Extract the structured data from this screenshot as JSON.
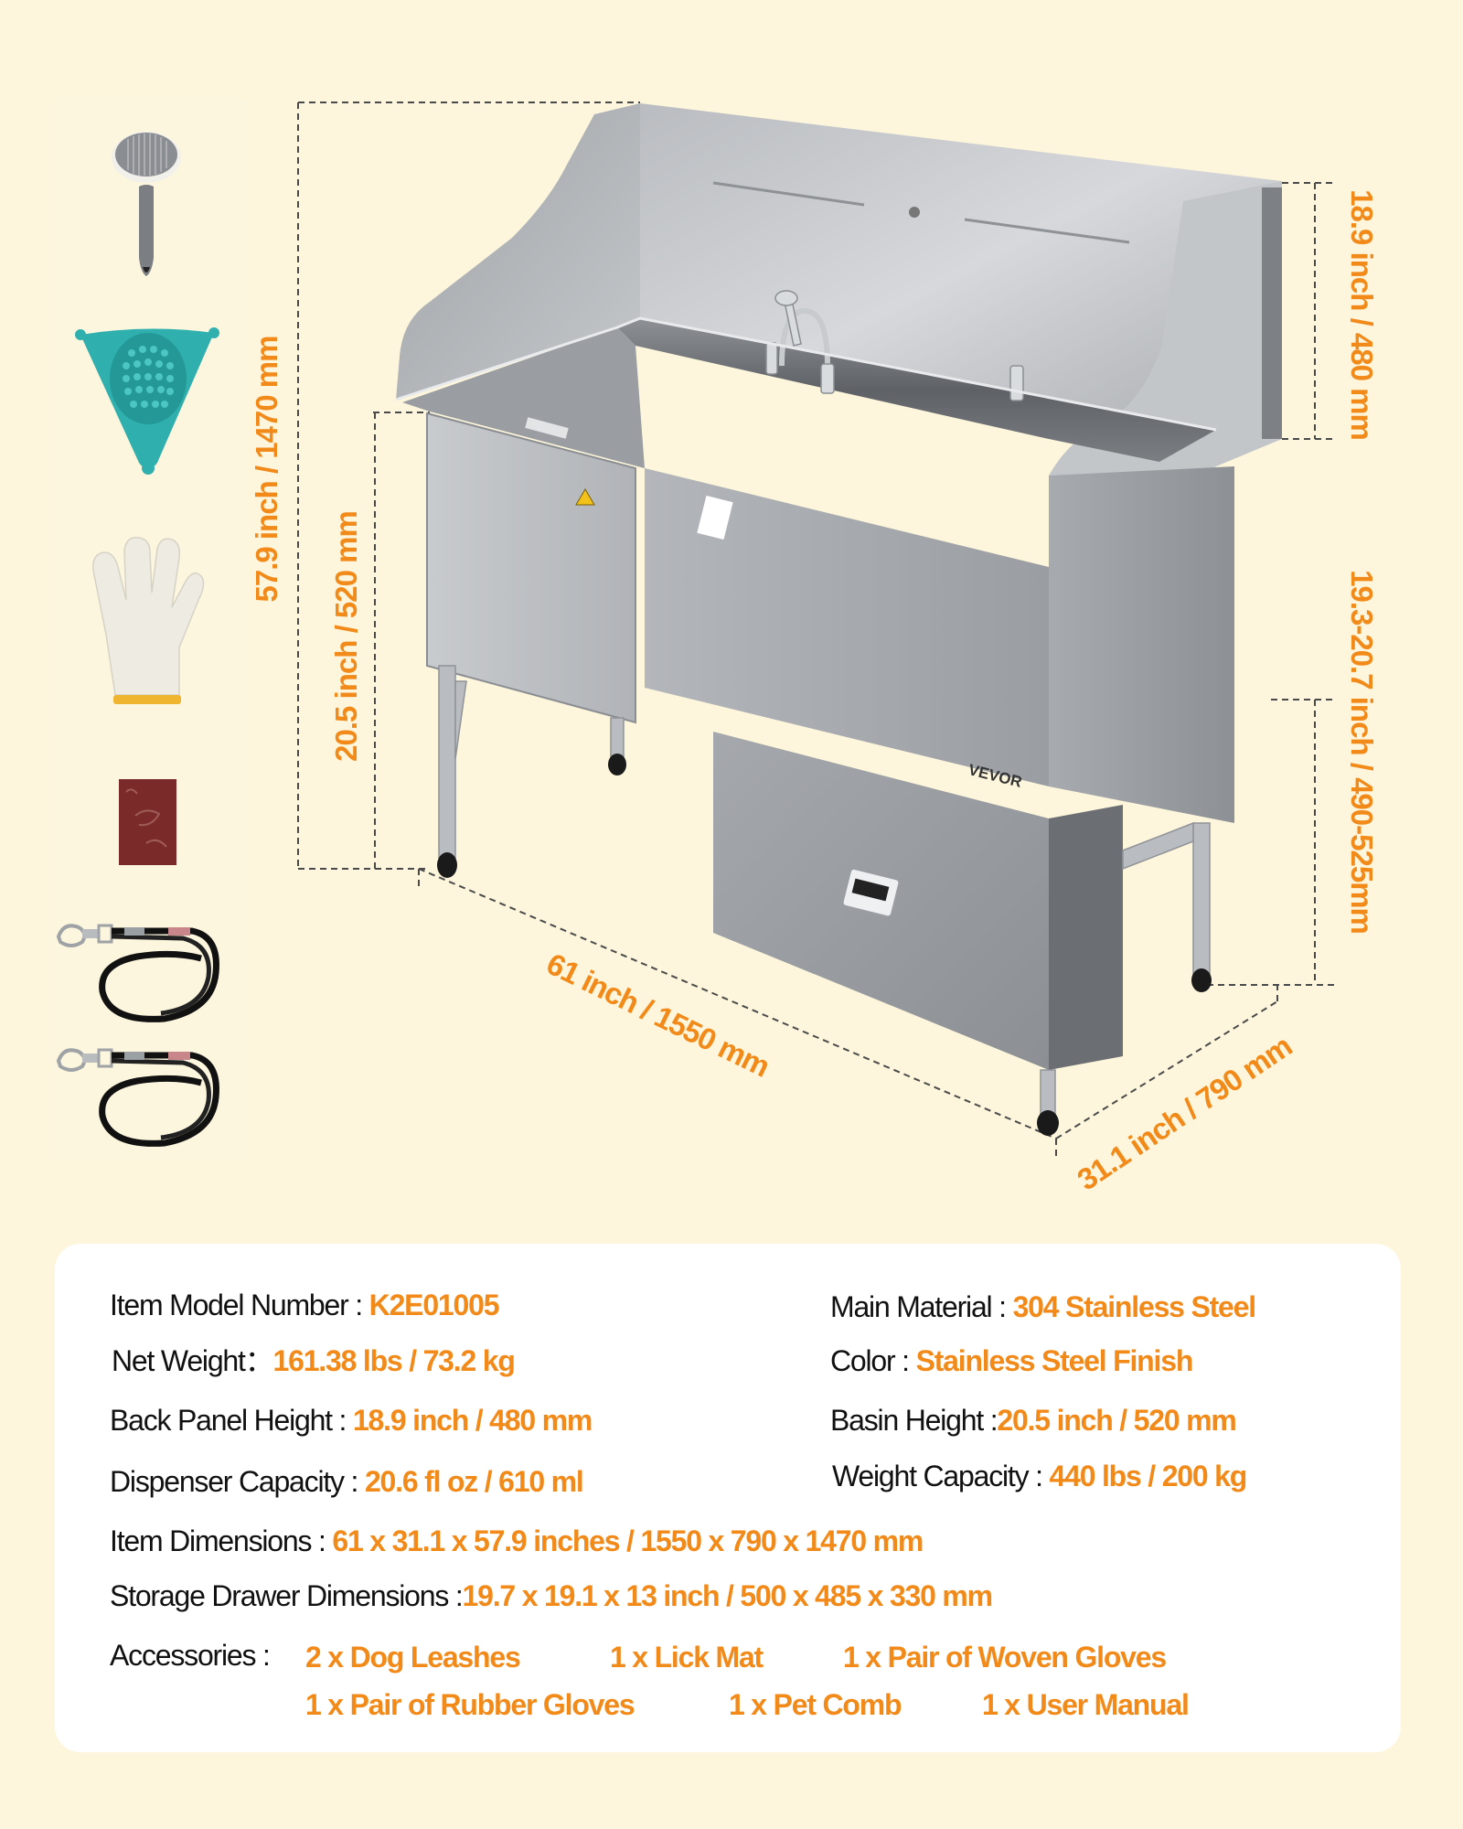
{
  "accessory_icons": [
    {
      "name": "pet-comb-icon",
      "label": "Pet Comb"
    },
    {
      "name": "lick-mat-icon",
      "label": "Lick Mat"
    },
    {
      "name": "woven-gloves-icon",
      "label": "Woven Gloves"
    },
    {
      "name": "rubber-gloves-icon",
      "label": "Rubber Gloves"
    },
    {
      "name": "dog-leash-icon",
      "label": "Dog Leash"
    },
    {
      "name": "dog-leash-icon",
      "label": "Dog Leash"
    }
  ],
  "product": {
    "brand": "VEVOR",
    "dimensions": {
      "total_height": "57.9 inch / 1470 mm",
      "basin_height": "20.5 inch / 520 mm",
      "back_panel_height": "18.9 inch / 480 mm",
      "leg_height": "19.3-20.7 inch / 490-525mm",
      "length": "61 inch / 1550 mm",
      "depth": "31.1 inch / 790 mm"
    }
  },
  "specs": {
    "model": {
      "label": "Item Model Number :",
      "value": "K2E01005"
    },
    "net_weight": {
      "label": "Net Weight：",
      "value": "161.38 lbs / 73.2 kg"
    },
    "back_panel": {
      "label": "Back Panel Height :",
      "value": "18.9 inch / 480 mm"
    },
    "dispenser": {
      "label": "Dispenser Capacity :",
      "value": "20.6 fl oz / 610 ml"
    },
    "material": {
      "label": "Main Material :",
      "value": "304 Stainless Steel"
    },
    "color": {
      "label": "Color :",
      "value": "Stainless Steel Finish"
    },
    "basin_height": {
      "label": "Basin Height :",
      "value": "20.5 inch / 520 mm"
    },
    "weight_capacity": {
      "label": "Weight Capacity :",
      "value": "440 lbs / 200 kg"
    },
    "item_dimensions": {
      "label": "Item Dimensions :",
      "value": "61 x 31.1 x 57.9 inches / 1550 x 790 x 1470 mm"
    },
    "drawer_dimensions": {
      "label": "Storage Drawer Dimensions :",
      "value": "19.7 x 19.1 x 13 inch / 500 x 485 x 330 mm"
    },
    "accessories": {
      "label": "Accessories :",
      "items": [
        "2 x Dog Leashes",
        "1 x Lick Mat",
        "1 x Pair of Woven Gloves",
        "1 x Pair of Rubber Gloves",
        "1 x Pet Comb",
        "1 x User Manual"
      ]
    }
  },
  "colors": {
    "accent": "#f28a1a",
    "background": "#fdf6dc",
    "card": "#ffffff",
    "text": "#111111"
  }
}
